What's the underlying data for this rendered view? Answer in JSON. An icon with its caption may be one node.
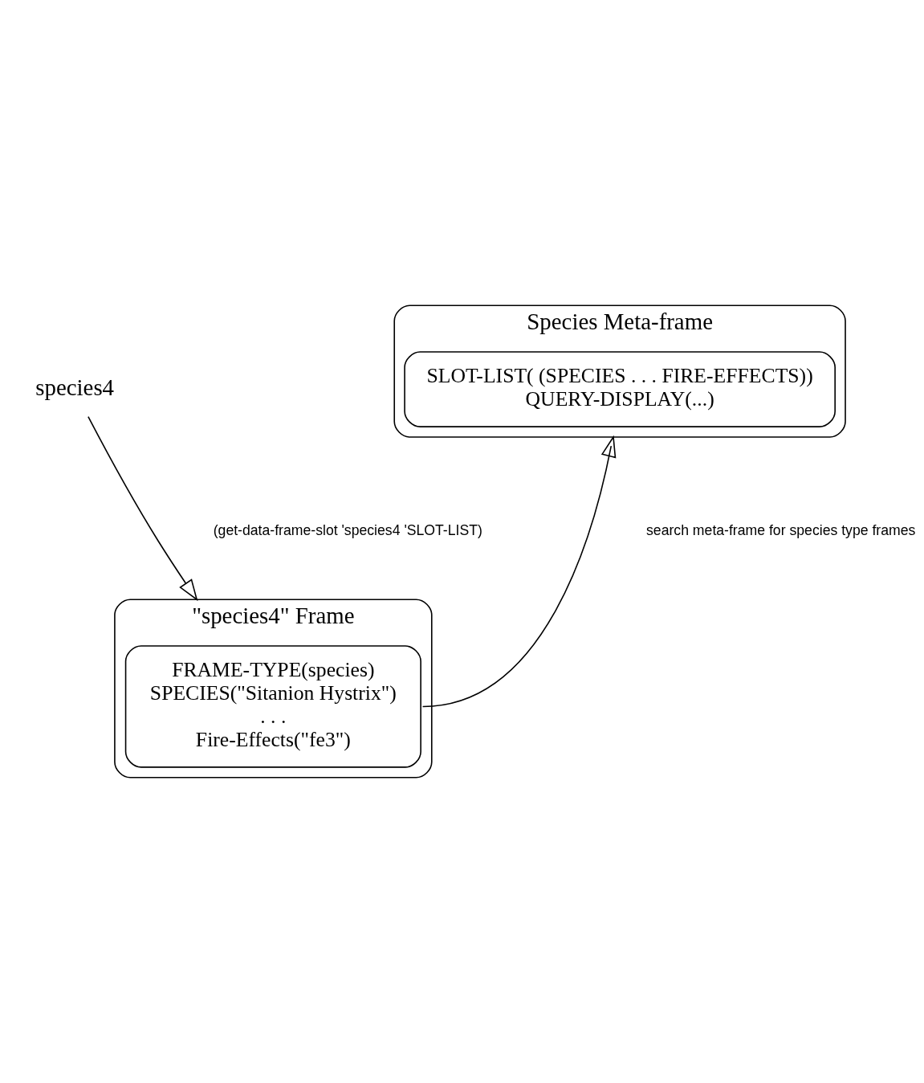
{
  "diagram": {
    "nodes": [
      {
        "text": [
          "species4"
        ]
      },
      {
        "text": [
          "Species Meta-frame"
        ]
      },
      {
        "text": [
          "SLOT-LIST( (SPECIES . . . FIRE-EFFECTS))",
          "QUERY-DISPLAY(...)"
        ],
        "in": 1
      },
      {
        "text": [
          "\"species4\" Frame"
        ]
      },
      {
        "text": [
          "FRAME-TYPE(species)",
          "SPECIES(\"Sitanion Hystrix\")",
          ". . .",
          "Fire-Effects(\"fe3\")"
        ],
        "in": 3
      }
    ],
    "edges": [
      {
        "from": 0,
        "to": 3,
        "arrow": "to",
        "label": "(get-data-frame-slot 'species4 'SLOT-LIST)"
      },
      {
        "from": 4,
        "to": 1,
        "arrow": "to",
        "label": "search meta-frame for species type frames"
      }
    ]
  }
}
